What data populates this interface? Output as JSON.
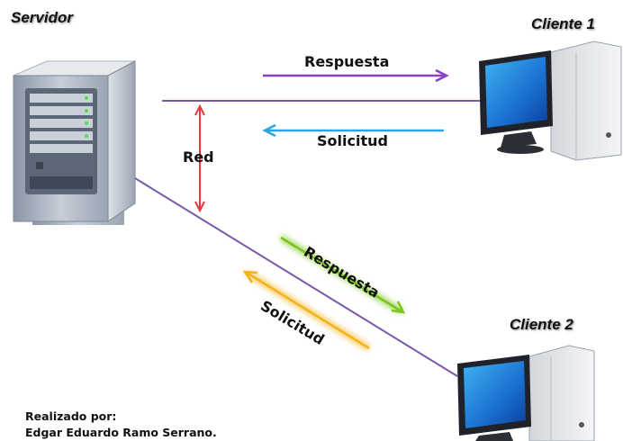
{
  "labels": {
    "server": "Servidor",
    "client1": "Cliente 1",
    "client2": "Cliente 2",
    "network": "Red",
    "response1": "Respuesta",
    "request1": "Solicitud",
    "response2": "Respuesta",
    "request2": "Solicitud"
  },
  "credits": {
    "line1": "Realizado por:",
    "line2": "Edgar Eduardo Ramo Serrano."
  },
  "colors": {
    "connection_line": "#7a5aa8",
    "response1_arrow": "#8b3fc7",
    "request1_arrow": "#2aa6e0",
    "response2_arrow": "#7cc41f",
    "request2_arrow": "#f2b21b",
    "network_arrow": "#e23b3b"
  }
}
